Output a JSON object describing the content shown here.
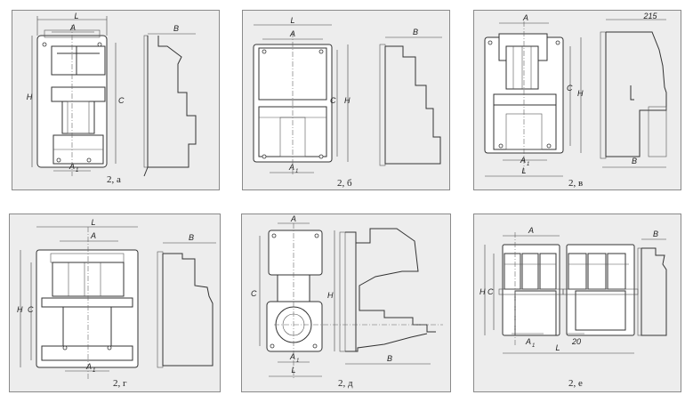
{
  "panels": [
    {
      "caption": "2, а",
      "labels": {
        "L": "L",
        "A": "A",
        "A1": "A",
        "A1sub": "1",
        "H": "H",
        "C": "C",
        "B": "B"
      }
    },
    {
      "caption": "2, б",
      "labels": {
        "L": "L",
        "A": "A",
        "A1": "A",
        "A1sub": "1",
        "H": "H",
        "C": "C",
        "B": "B"
      }
    },
    {
      "caption": "2, в",
      "labels": {
        "A": "A",
        "A1": "A",
        "A1sub": "1",
        "L": "L",
        "H": "H",
        "C": "C",
        "B": "B",
        "D215": "215"
      }
    },
    {
      "caption": "2, г",
      "labels": {
        "L": "L",
        "A": "A",
        "A1": "A",
        "A1sub": "1",
        "H": "H",
        "C": "C",
        "B": "B"
      }
    },
    {
      "caption": "2, д",
      "labels": {
        "A": "A",
        "A1": "A",
        "A1sub": "1",
        "L": "L",
        "H": "H",
        "C": "C",
        "B": "B"
      }
    },
    {
      "caption": "2, е",
      "labels": {
        "A": "A",
        "A1": "A",
        "A1sub": "1",
        "L": "L",
        "H": "H",
        "C": "C",
        "B": "B",
        "D20": "20"
      }
    }
  ],
  "colors": {
    "panel_bg": "#ededed",
    "line": "#333333",
    "border": "#8a8a8a"
  }
}
